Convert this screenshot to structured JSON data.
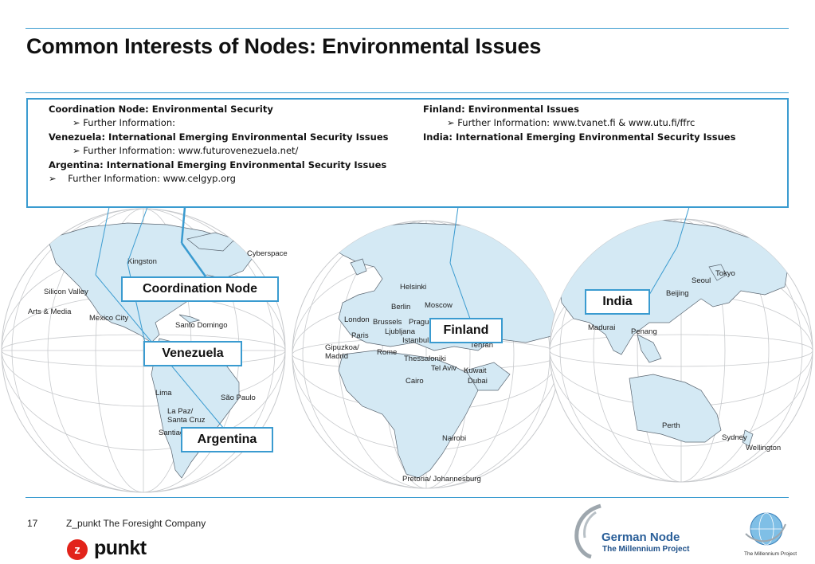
{
  "title": "Common Interests of Nodes: Environmental Issues",
  "info": {
    "left": [
      {
        "text": "Coordination Node: Environmental Security",
        "style": "bold"
      },
      {
        "text": "Further Information:",
        "style": "bullet"
      },
      {
        "text": "Venezuela: International Emerging Environmental Security Issues",
        "style": "bold"
      },
      {
        "text": "Further Information: www.futurovenezuela.net/",
        "style": "bullet"
      },
      {
        "text": "Argentina: International Emerging Environmental Security Issues",
        "style": "bold"
      },
      {
        "text": "Further Information: www.celgyp.org",
        "style": "bullet-wide"
      }
    ],
    "right": [
      {
        "text": "Finland: Environmental Issues",
        "style": "bold"
      },
      {
        "text": "Further Information: www.tvanet.fi & www.utu.fi/ffrc",
        "style": "bullet"
      },
      {
        "text": "India: International Emerging Environmental Security Issues",
        "style": "bold"
      }
    ],
    "bullet_glyph": "➢"
  },
  "nodes": {
    "coordination": "Coordination Node",
    "venezuela": "Venezuela",
    "argentina": "Argentina",
    "finland": "Finland",
    "india": "India"
  },
  "map_labels": {
    "americas": [
      "Cyberspace",
      "Kingston",
      "Silicon Valley",
      "Arts & Media",
      "Mexico City",
      "Santo Domingo",
      "Lima",
      "São Paulo",
      "La Paz/",
      "Santa Cruz",
      "Santiago"
    ],
    "europe_africa": [
      "Helsinki",
      "Berlin",
      "Moscow",
      "London",
      "Brussels",
      "Prague",
      "Paris",
      "Ljubljana",
      "Istanbul",
      "Tehran",
      "Gipuzkoa/",
      "Madrid",
      "Rome",
      "Thessaloniki",
      "Tel Aviv",
      "Kuwait",
      "Cairo",
      "Dubai",
      "Nairobi",
      "Pretoria/ Johannesburg"
    ],
    "asia_pacific": [
      "Tokyo",
      "Seoul",
      "Beijing",
      "Madurai",
      "Penang",
      "Perth",
      "Sydney",
      "Wellington"
    ]
  },
  "footer": {
    "page_number": "17",
    "company": "Z_punkt The Foresight Company",
    "logo_letter": "z",
    "logo_text": "punkt",
    "german_node": "German Node",
    "millennium": "The Millennium Project",
    "mp_small": "The Millennium Project"
  },
  "colors": {
    "accent": "#3a9bd0",
    "land": "#d4e9f4",
    "grid": "#c7c9cc",
    "logo_red": "#e2231a",
    "german_node_blue": "#2a5f99"
  }
}
